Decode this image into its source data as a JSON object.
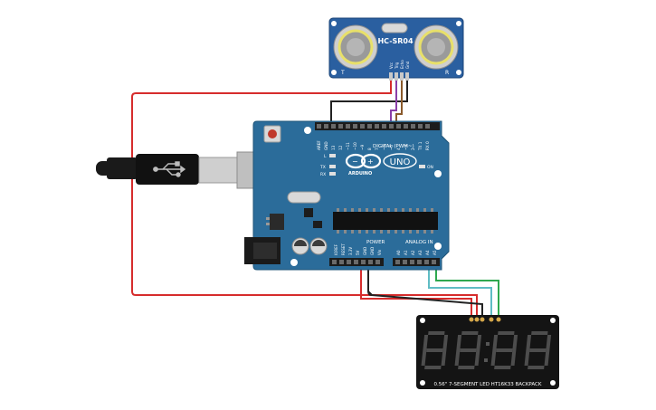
{
  "sensor": {
    "label": "HC-SR04",
    "pins": [
      "Vcc",
      "Trig",
      "Echo",
      "Gnd"
    ],
    "side_left": "T",
    "side_right": "R"
  },
  "arduino": {
    "logo_text": "ARDUINO",
    "uno_text": "UNO",
    "digital_label": "DIGITAL (PWM~)",
    "power_label": "POWER",
    "analog_label": "ANALOG IN",
    "on_label": "ON",
    "led_l": "L",
    "led_tx": "TX",
    "led_rx": "RX",
    "digital_pins": [
      "AREF",
      "GND",
      "13",
      "12",
      "~11",
      "~10",
      "~9",
      "8",
      "7",
      "~6",
      "~5",
      "4",
      "~3",
      "2",
      "TX 1",
      "RX 0"
    ],
    "power_pins": [
      "IOREF",
      "RESET",
      "3.3V",
      "5V",
      "GND",
      "GND",
      "Vin"
    ],
    "analog_pins": [
      "A0",
      "A1",
      "A2",
      "A3",
      "A4",
      "A5"
    ]
  },
  "display": {
    "digits": [
      "8",
      "8",
      "8",
      "8"
    ],
    "label": "0.56\" 7-SEGMENT LED HT16K33 BACKPACK"
  },
  "colors": {
    "board": "#2b6c9a",
    "wire_red": "#d62c2c",
    "wire_black": "#222222",
    "wire_green": "#2fa84f",
    "wire_teal": "#5fbcc4",
    "wire_purple": "#8a3fa8",
    "wire_brown": "#8a5a2b"
  }
}
